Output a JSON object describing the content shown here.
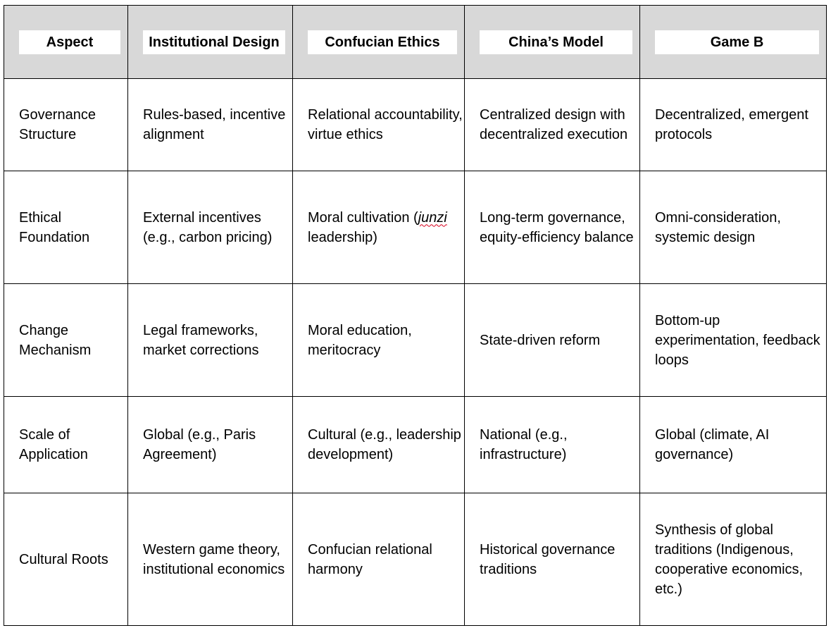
{
  "table": {
    "headers": [
      "Aspect",
      "Institutional Design",
      "Confucian Ethics",
      "China’s Model",
      "Game B"
    ],
    "rows": [
      {
        "aspect": "Governance Structure",
        "institutional": "Rules-based, incentive alignment",
        "confucian": "Relational accountability, virtue ethics",
        "china": "Centralized design with decentralized execution",
        "gameb": "Decentralized, emergent protocols"
      },
      {
        "aspect": "Ethical Foundation",
        "institutional": "External incentives (e.g., carbon pricing)",
        "confucian_pre": "Moral cultivation (",
        "confucian_term": "junzi",
        "confucian_post": " leadership)",
        "china": "Long-term governance, equity-efficiency balance",
        "gameb": "Omni-consideration, systemic design"
      },
      {
        "aspect": "Change Mechanism",
        "institutional": "Legal frameworks, market corrections",
        "confucian": "Moral education, meritocracy",
        "china": "State-driven reform",
        "gameb": "Bottom-up experimentation, feedback loops"
      },
      {
        "aspect": "Scale of Application",
        "institutional": "Global (e.g., Paris Agreement)",
        "confucian": "Cultural (e.g., leadership development)",
        "china": "National (e.g., infrastructure)",
        "gameb": "Global (climate, AI governance)"
      },
      {
        "aspect": "Cultural Roots",
        "institutional": "Western game theory, institutional economics",
        "confucian": "Confucian relational harmony",
        "china": "Historical governance traditions",
        "gameb": "Synthesis of global traditions (Indigenous, cooperative economics, etc.)"
      }
    ]
  },
  "colors": {
    "header_background": "#d8d8d8",
    "border": "#000000",
    "spellcheck_underline": "#d9001b"
  }
}
